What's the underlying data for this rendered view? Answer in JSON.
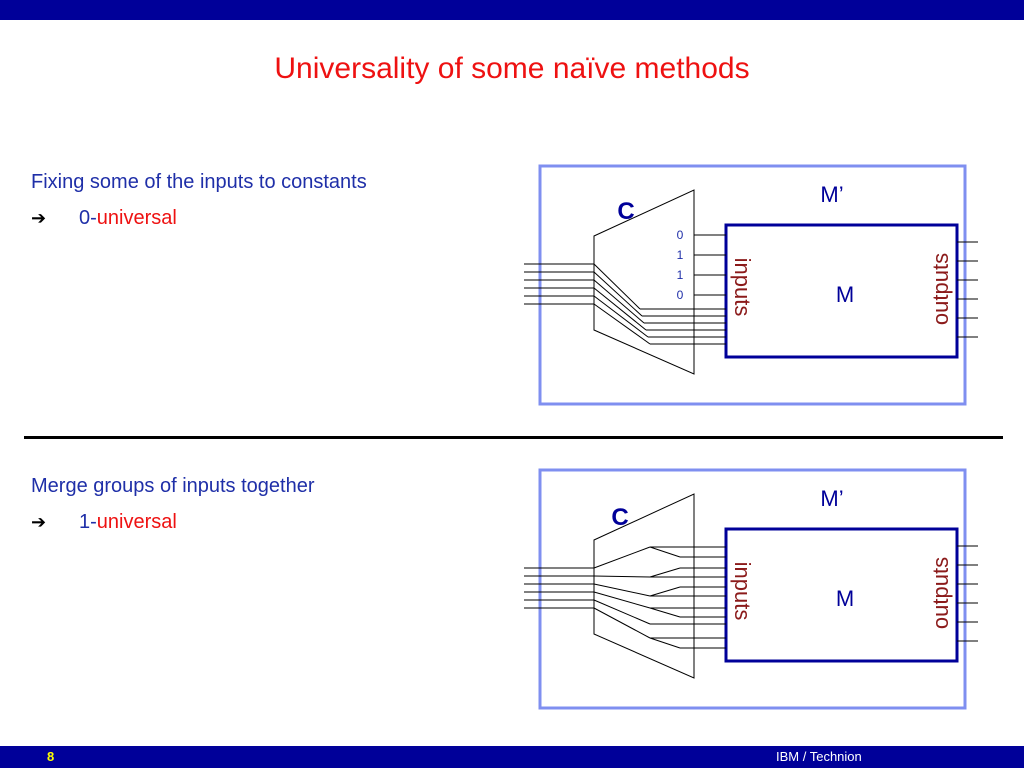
{
  "title": "Universality of some naïve methods",
  "sections": [
    {
      "bullet": "Fixing some of the inputs to constants",
      "arrow": "➔",
      "level": "0",
      "dash": "-",
      "universal": "universal",
      "diagram": {
        "outer_label": "M’",
        "c_label": "C",
        "inputs_label": "inputs",
        "box_label": "M",
        "outputs_label": "outputs",
        "constants": [
          "0",
          "1",
          "1",
          "0"
        ]
      }
    },
    {
      "bullet": "Merge groups of inputs together",
      "arrow": "➔",
      "level": "1",
      "dash": "-",
      "universal": "universal",
      "diagram": {
        "outer_label": "M’",
        "c_label": "C",
        "inputs_label": "inputs",
        "box_label": "M",
        "outputs_label": "outputs"
      }
    }
  ],
  "footer": {
    "page": "8",
    "org": "IBM / Technion"
  },
  "colors": {
    "title": "#ee1111",
    "text": "#1f2fa8",
    "bar": "#000099",
    "outer_frame": "#7f8ff0",
    "box": "#000099",
    "io_label": "#8b1a1a"
  }
}
